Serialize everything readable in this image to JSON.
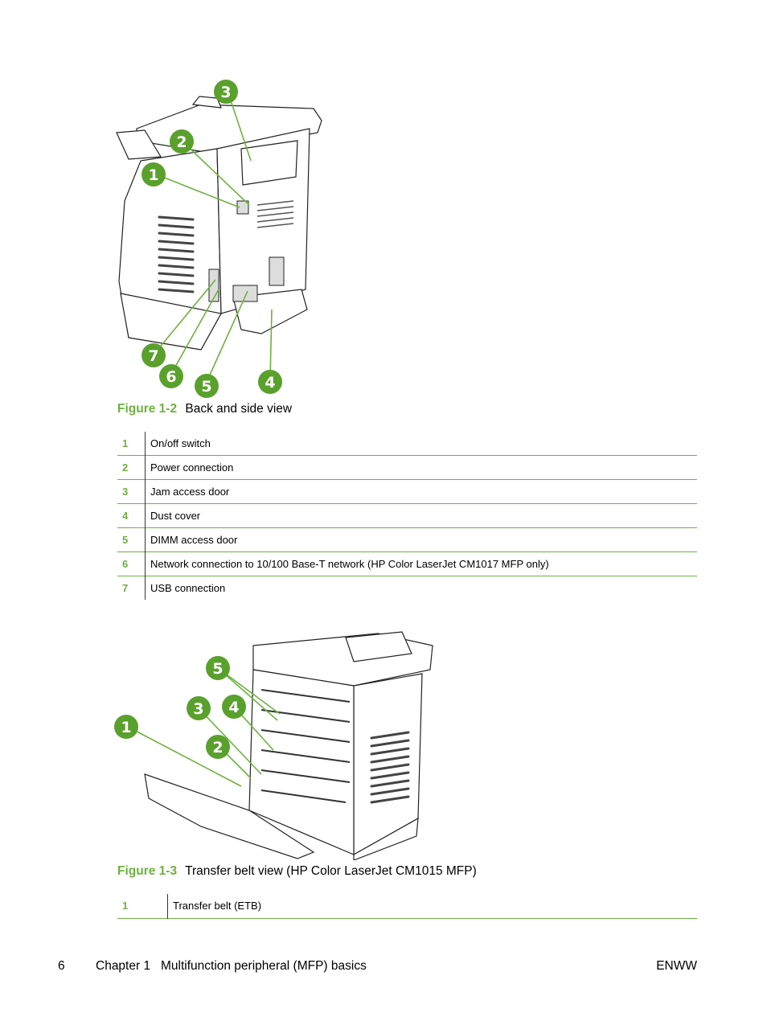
{
  "figure1": {
    "number": "Figure 1-2",
    "caption": "Back and side view",
    "callouts": [
      "3",
      "2",
      "1",
      "7",
      "6",
      "5",
      "4"
    ],
    "legend": [
      {
        "num": "1",
        "text": "On/off switch"
      },
      {
        "num": "2",
        "text": "Power connection"
      },
      {
        "num": "3",
        "text": "Jam access door"
      },
      {
        "num": "4",
        "text": "Dust cover"
      },
      {
        "num": "5",
        "text": "DIMM access door"
      },
      {
        "num": "6",
        "text": "Network connection to 10/100 Base-T network (HP Color LaserJet CM1017 MFP only)"
      },
      {
        "num": "7",
        "text": "USB connection"
      }
    ]
  },
  "figure2": {
    "number": "Figure 1-3",
    "caption": "Transfer belt view (HP Color LaserJet CM1015 MFP)",
    "callouts": [
      "5",
      "4",
      "3",
      "1",
      "2"
    ],
    "legend": [
      {
        "num": "1",
        "text": "Transfer belt (ETB)"
      }
    ]
  },
  "footer": {
    "page_number": "6",
    "chapter": "Chapter 1   Multifunction peripheral (MFP) basics",
    "right": "ENWW"
  },
  "colors": {
    "accent": "#6cb33f",
    "callout": "#5aa02c"
  }
}
